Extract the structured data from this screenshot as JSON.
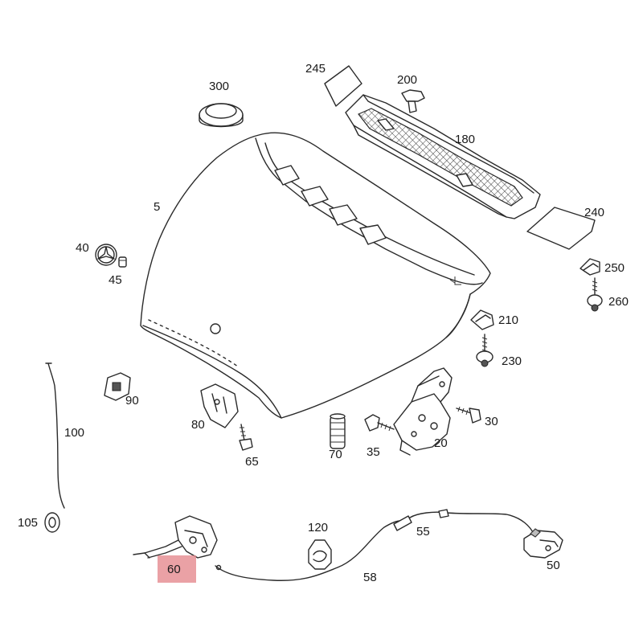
{
  "parts": [
    {
      "id": "p5",
      "label": "5"
    },
    {
      "id": "p20",
      "label": "20"
    },
    {
      "id": "p30",
      "label": "30"
    },
    {
      "id": "p35",
      "label": "35"
    },
    {
      "id": "p40",
      "label": "40"
    },
    {
      "id": "p45",
      "label": "45"
    },
    {
      "id": "p50",
      "label": "50"
    },
    {
      "id": "p55",
      "label": "55"
    },
    {
      "id": "p58",
      "label": "58"
    },
    {
      "id": "p60",
      "label": "60",
      "highlighted": true
    },
    {
      "id": "p65",
      "label": "65"
    },
    {
      "id": "p70",
      "label": "70"
    },
    {
      "id": "p80",
      "label": "80"
    },
    {
      "id": "p90",
      "label": "90"
    },
    {
      "id": "p100",
      "label": "100"
    },
    {
      "id": "p105",
      "label": "105"
    },
    {
      "id": "p120",
      "label": "120"
    },
    {
      "id": "p180",
      "label": "180"
    },
    {
      "id": "p200",
      "label": "200"
    },
    {
      "id": "p210",
      "label": "210"
    },
    {
      "id": "p230",
      "label": "230"
    },
    {
      "id": "p240",
      "label": "240"
    },
    {
      "id": "p245",
      "label": "245"
    },
    {
      "id": "p250",
      "label": "250"
    },
    {
      "id": "p260",
      "label": "260"
    },
    {
      "id": "p300",
      "label": "300"
    }
  ],
  "colors": {
    "highlight": "#e58a8e",
    "line": "#2a2a2a",
    "background": "#ffffff"
  }
}
